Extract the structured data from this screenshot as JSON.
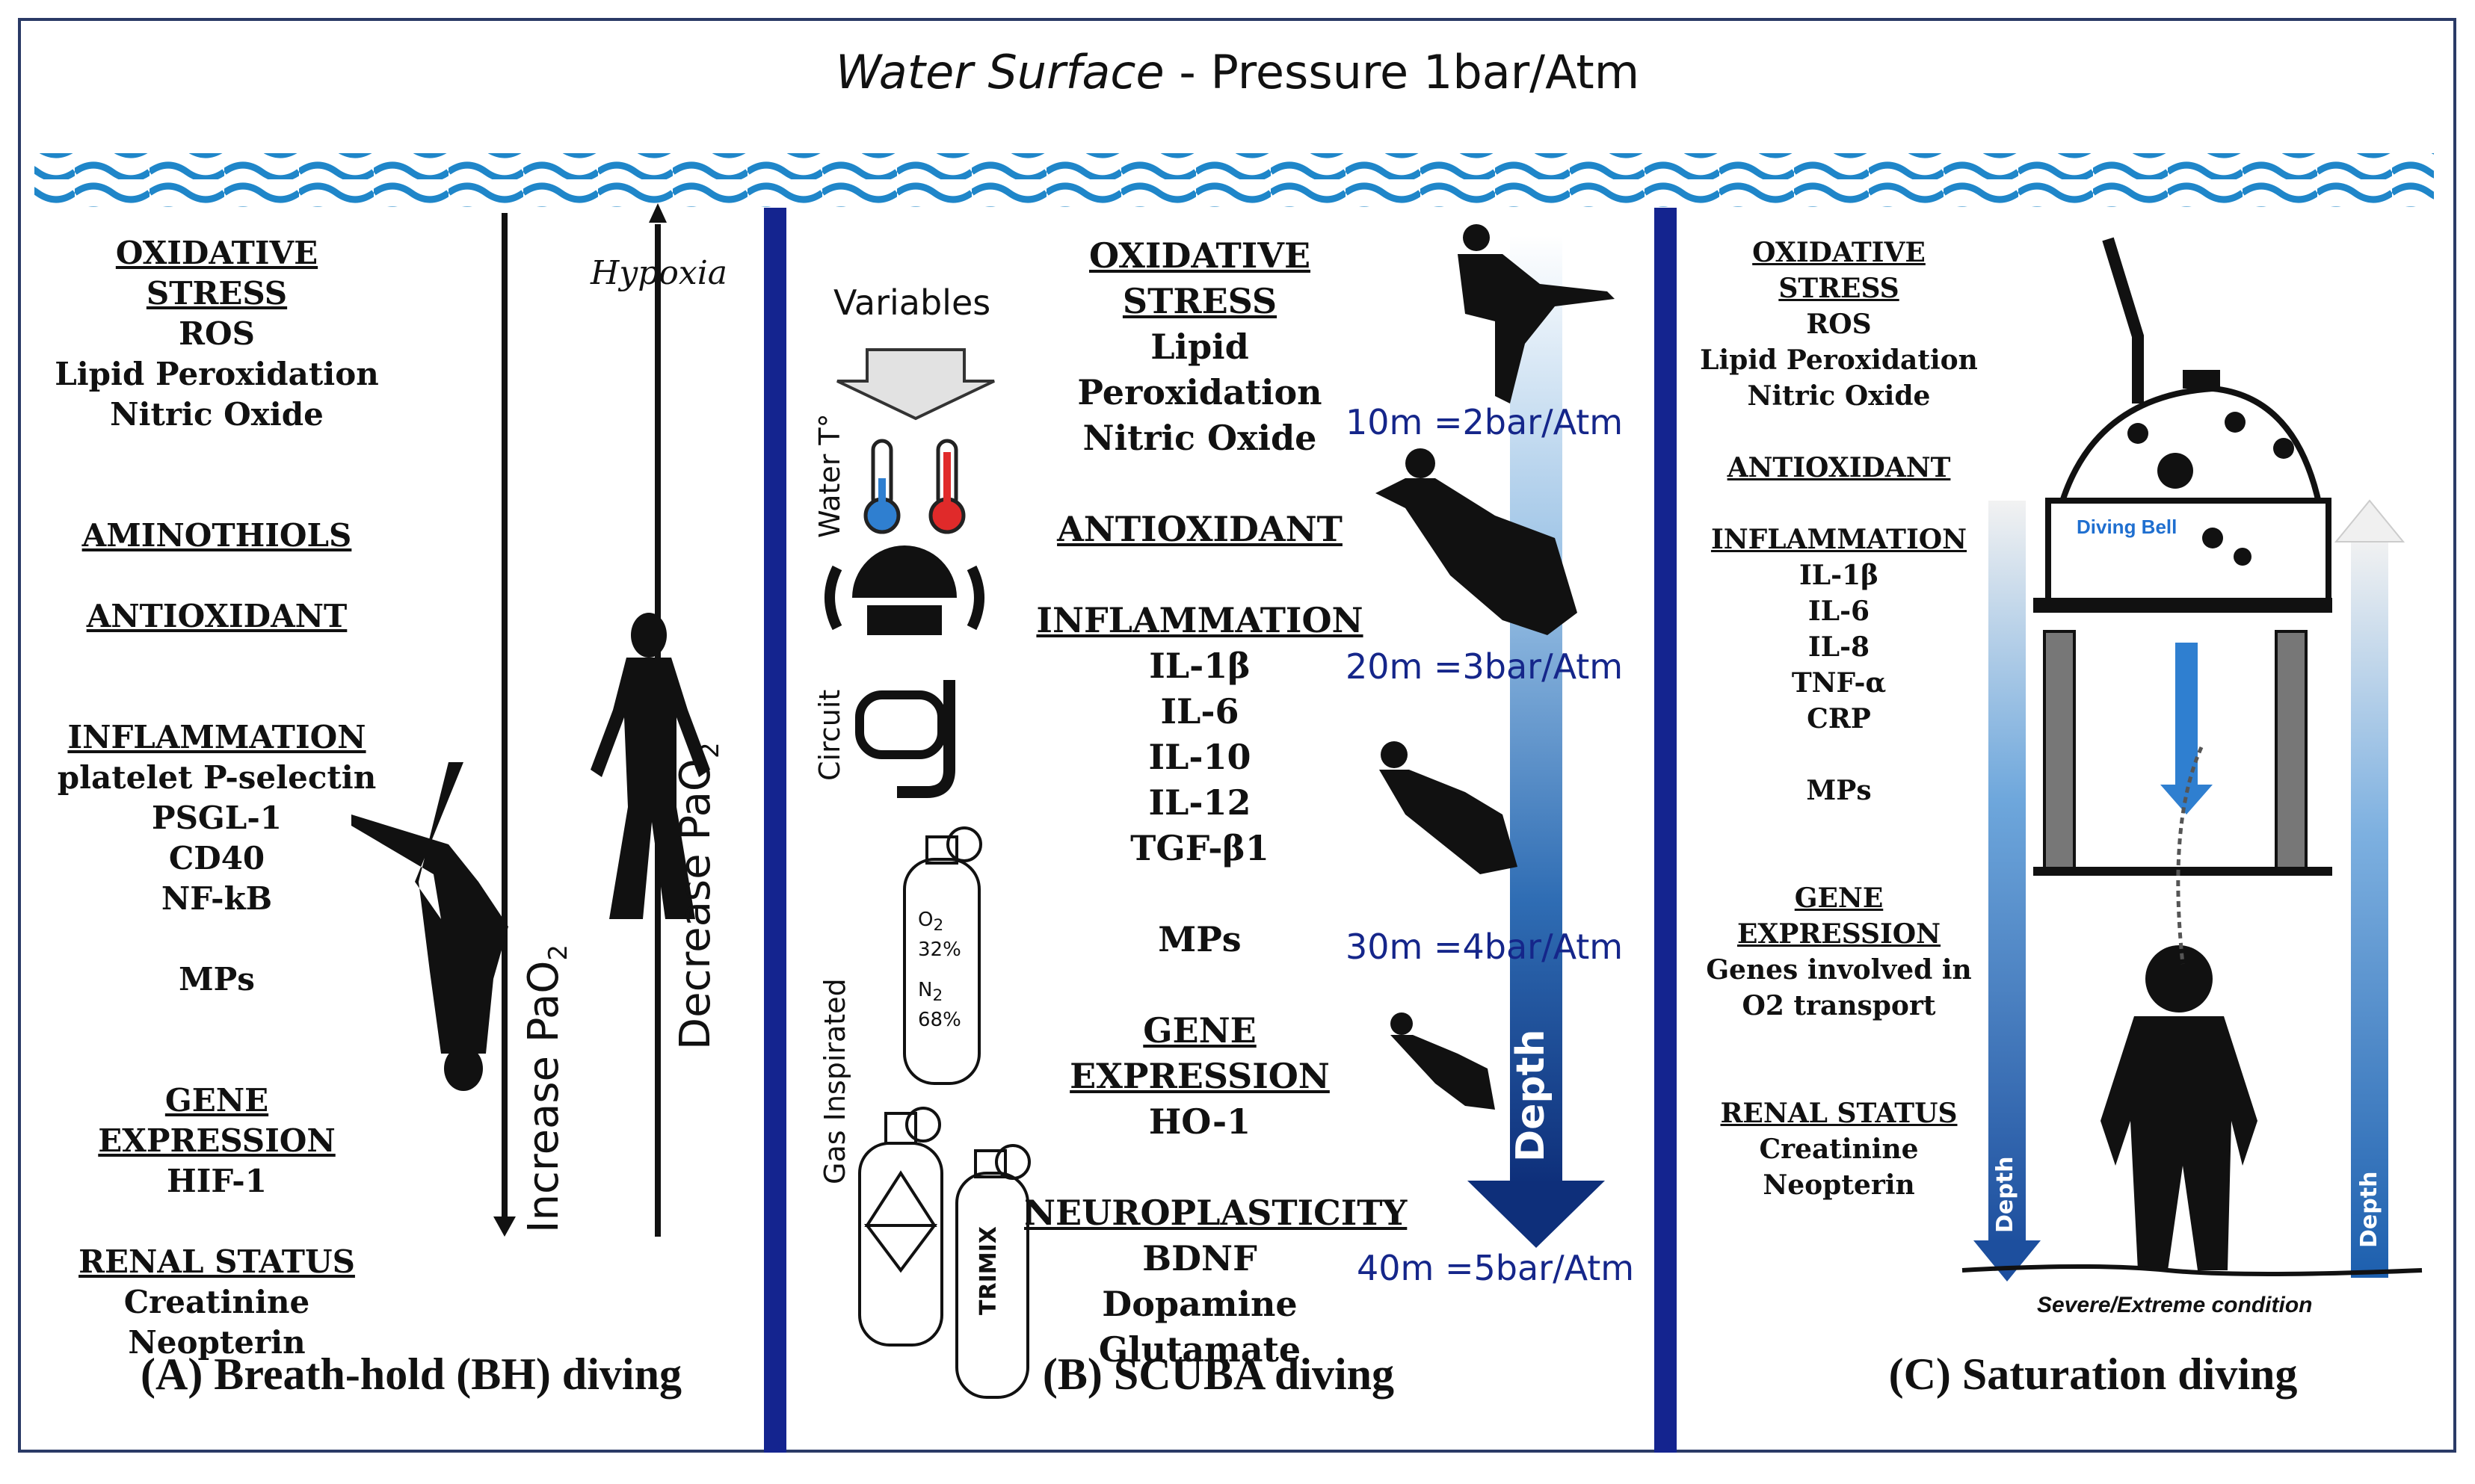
{
  "title": {
    "italic": "Water Surface",
    "rest": " - Pressure 1bar/Atm"
  },
  "panel_a": {
    "lines": [
      {
        "t": "OXIDATIVE STRESS",
        "h": true
      },
      {
        "t": "ROS"
      },
      {
        "t": "Lipid Peroxidation"
      },
      {
        "t": "Nitric Oxide"
      },
      {
        "t": ""
      },
      {
        "t": ""
      },
      {
        "t": "AMINOTHIOLS",
        "h": true
      },
      {
        "t": ""
      },
      {
        "t": "ANTIOXIDANT",
        "h": true
      },
      {
        "t": ""
      },
      {
        "t": ""
      },
      {
        "t": "INFLAMMATION",
        "h": true
      },
      {
        "t": "platelet P-selectin"
      },
      {
        "t": "PSGL-1"
      },
      {
        "t": "CD40"
      },
      {
        "t": "NF-kB"
      },
      {
        "t": ""
      },
      {
        "t": "MPs"
      },
      {
        "t": ""
      },
      {
        "t": ""
      },
      {
        "t": "GENE EXPRESSION",
        "h": true
      },
      {
        "t": "HIF-1"
      },
      {
        "t": ""
      },
      {
        "t": "RENAL STATUS",
        "h": true
      },
      {
        "t": "Creatinine"
      },
      {
        "t": "Neopterin"
      }
    ],
    "hypoxia": "Hypoxia",
    "increase": "Increase PaO",
    "decrease": "Decrease PaO",
    "sub": "2",
    "caption": "(A) Breath-hold (BH) diving"
  },
  "panel_b": {
    "variables": "Variables",
    "water_t": "Water T°",
    "circuit": "Circuit",
    "gas": "Gas Inspirated",
    "o2": "O",
    "o2_pct": "32%",
    "n2": "N",
    "n2_pct": "68%",
    "trimix": "TRIMIX",
    "lines": [
      {
        "t": "OXIDATIVE STRESS",
        "h": true
      },
      {
        "t": "Lipid Peroxidation"
      },
      {
        "t": "Nitric Oxide"
      },
      {
        "t": ""
      },
      {
        "t": "ANTIOXIDANT",
        "h": true
      },
      {
        "t": ""
      },
      {
        "t": "INFLAMMATION",
        "h": true
      },
      {
        "t": "IL-1β"
      },
      {
        "t": "IL-6"
      },
      {
        "t": "IL-10"
      },
      {
        "t": "IL-12"
      },
      {
        "t": "TGF-β1"
      },
      {
        "t": ""
      },
      {
        "t": "MPs"
      },
      {
        "t": ""
      },
      {
        "t": "GENE EXPRESSION",
        "h": true
      },
      {
        "t": "HO-1"
      },
      {
        "t": ""
      },
      {
        "t": "NEUROPLASTICITY",
        "h": true
      },
      {
        "t": "BDNF"
      },
      {
        "t": "Dopamine"
      },
      {
        "t": "Glutamate"
      }
    ],
    "depths": [
      "10m =2bar/Atm",
      "20m =3bar/Atm",
      "30m =4bar/Atm",
      "40m =5bar/Atm"
    ],
    "depth_label": "Depth",
    "caption": "(B) SCUBA diving"
  },
  "panel_c": {
    "lines": [
      {
        "t": "OXIDATIVE STRESS",
        "h": true
      },
      {
        "t": "ROS"
      },
      {
        "t": "Lipid Peroxidation"
      },
      {
        "t": "Nitric Oxide"
      },
      {
        "t": ""
      },
      {
        "t": "ANTIOXIDANT",
        "h": true
      },
      {
        "t": ""
      },
      {
        "t": "INFLAMMATION",
        "h": true
      },
      {
        "t": "IL-1β"
      },
      {
        "t": "IL-6"
      },
      {
        "t": "IL-8"
      },
      {
        "t": "TNF-α"
      },
      {
        "t": "CRP"
      },
      {
        "t": ""
      },
      {
        "t": "MPs"
      },
      {
        "t": ""
      },
      {
        "t": ""
      },
      {
        "t": "GENE EXPRESSION",
        "h": true
      },
      {
        "t": "Genes involved in"
      },
      {
        "t": "O2 transport"
      },
      {
        "t": ""
      },
      {
        "t": ""
      },
      {
        "t": "RENAL STATUS",
        "h": true
      },
      {
        "t": "Creatinine"
      },
      {
        "t": "Neopterin"
      }
    ],
    "bell": "Diving Bell",
    "depth_label": "Depth",
    "condition": "Severe/Extreme condition",
    "caption": "(C) Saturation diving"
  }
}
